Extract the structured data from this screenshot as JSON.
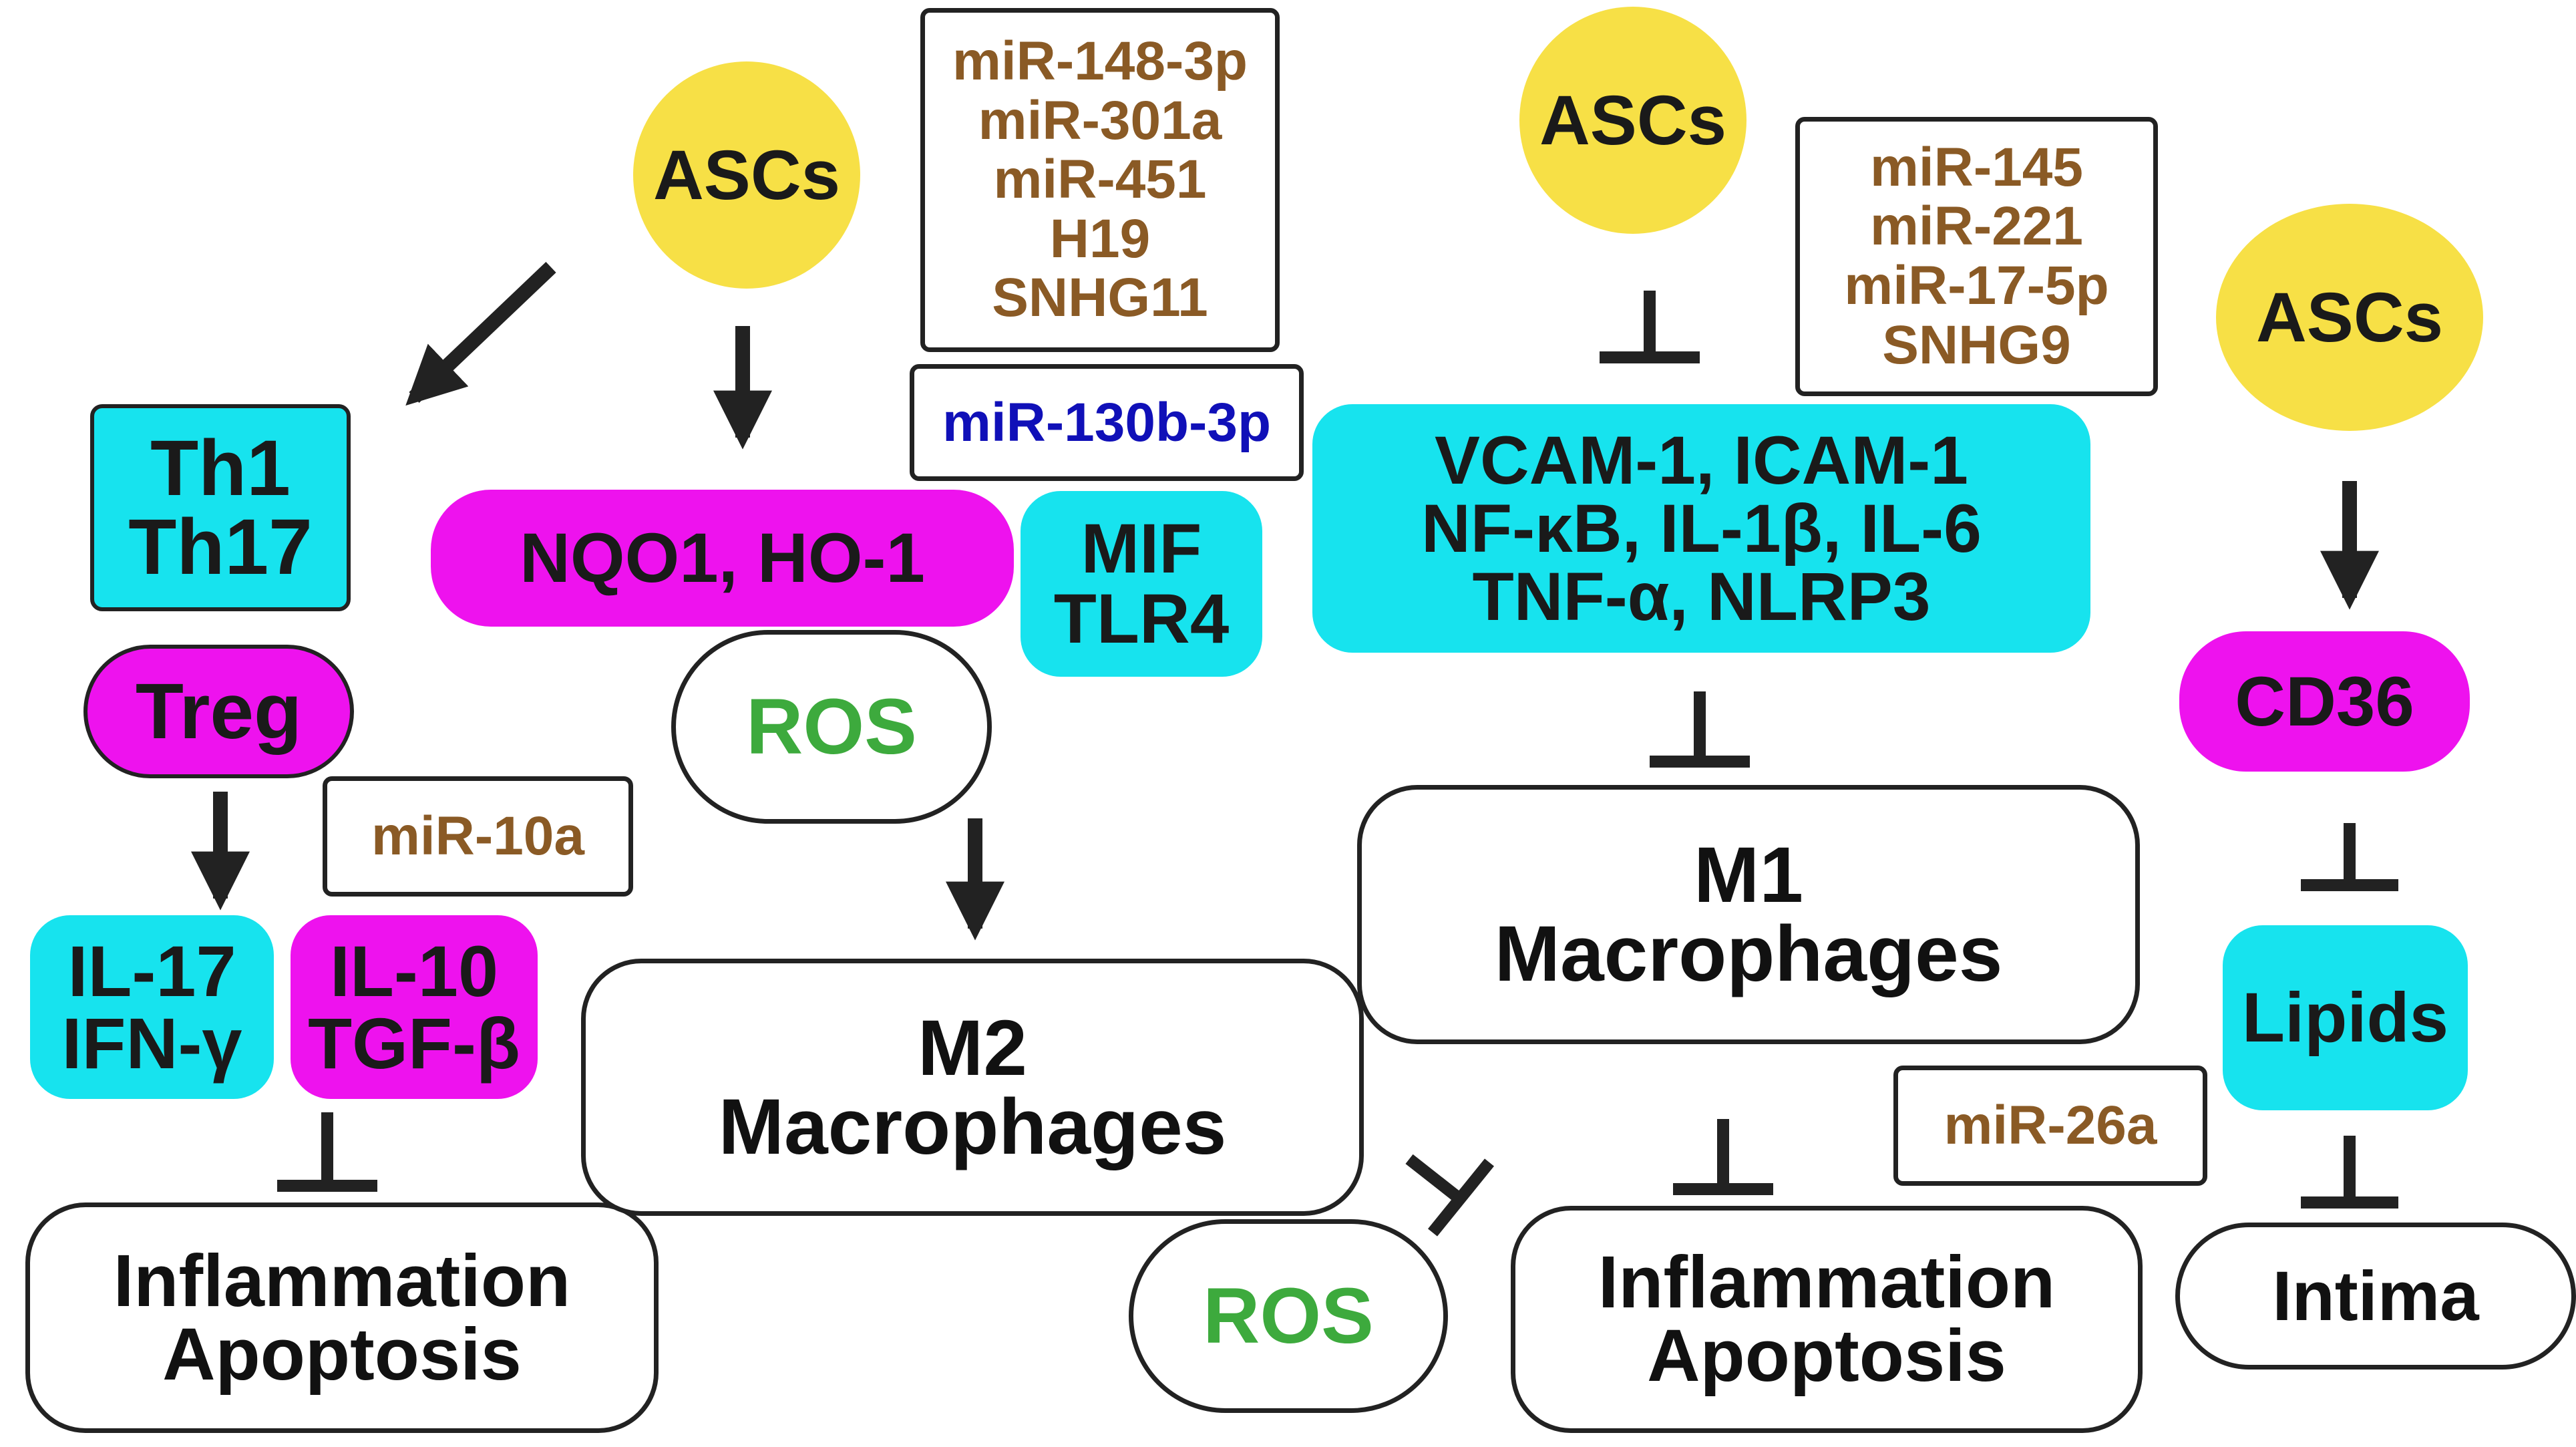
{
  "asc_left": "ASCs",
  "asc_mid": "ASCs",
  "asc_right": "ASCs",
  "th": [
    "Th1",
    "Th17"
  ],
  "treg": "Treg",
  "il17": [
    "IL-17",
    "IFN-γ"
  ],
  "il10": [
    "IL-10",
    "TGF-β"
  ],
  "mir10a": "miR-10a",
  "inflam_left": [
    "Inflammation",
    "Apoptosis"
  ],
  "mirlist1": [
    "miR-148-3p",
    "miR-301a",
    "miR-451",
    "H19",
    "SNHG11"
  ],
  "mir130": "miR-130b-3p",
  "nqo1": "NQO1, HO-1",
  "mif": [
    "MIF",
    "TLR4"
  ],
  "ros_upper": "ROS",
  "m2": [
    "M2",
    "Macrophages"
  ],
  "ros_lower": "ROS",
  "mirlist2": [
    "miR-145",
    "miR-221",
    "miR-17-5p",
    "SNHG9"
  ],
  "vcam": [
    "VCAM-1, ICAM-1",
    "NF-κB, IL-1β,  IL-6",
    "TNF-α, NLRP3"
  ],
  "m1": [
    "M1",
    "Macrophages"
  ],
  "mir26a": "miR-26a",
  "inflam_right": [
    "Inflammation",
    "Apoptosis"
  ],
  "cd36": "CD36",
  "lipids": "Lipids",
  "intima": "Intima"
}
